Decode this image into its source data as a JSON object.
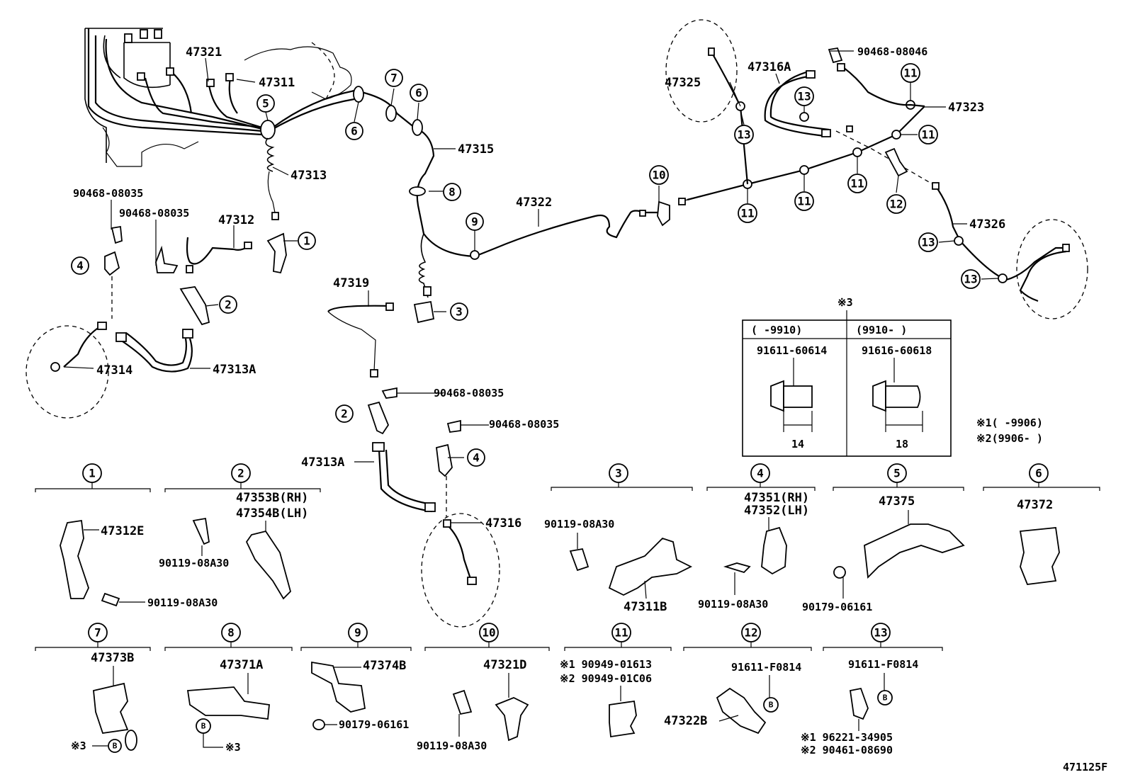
{
  "diagram_code": "471125F",
  "callouts": {
    "c47321": "47321",
    "c47311": "47311",
    "c47313": "47313",
    "c47315": "47315",
    "c47322": "47322",
    "c47312": "47312",
    "c47319": "47319",
    "c47314": "47314",
    "c47313A_top": "47313A",
    "c47313A_mid": "47313A",
    "c47316": "47316",
    "c47325": "47325",
    "c47316A": "47316A",
    "c47323": "47323",
    "c47326": "47326",
    "c90468_a": "90468-08035",
    "c90468_b": "90468-08035",
    "c90468_c": "90468-08035",
    "c90468_d": "90468-08035",
    "c90468_e": "90468-08046"
  },
  "circled": {
    "n1": "1",
    "n2": "2",
    "n3": "3",
    "n4": "4",
    "n5": "5",
    "n6": "6",
    "n7": "7",
    "n8": "8",
    "n9": "9",
    "n10": "10",
    "n11": "11",
    "n12": "12",
    "n13": "13"
  },
  "table": {
    "mark": "※3",
    "col1_range": "(   -9910)",
    "col2_range": "(9910-    )",
    "col1_part": "91611-60614",
    "col2_part": "91616-60618",
    "col1_dim": "14",
    "col2_dim": "18"
  },
  "notes": {
    "note1": "※1(     -9906)",
    "note2": "※2(9906-     )"
  },
  "details": {
    "d1": {
      "num": "1",
      "p1": "47312E",
      "p2": "90119-08A30"
    },
    "d2": {
      "num": "2",
      "p1": "47353B(RH)",
      "p2": "47354B(LH)",
      "p3": "90119-08A30"
    },
    "d3": {
      "num": "3",
      "p1": "90119-08A30",
      "p2": "47311B"
    },
    "d4": {
      "num": "4",
      "p1": "47351(RH)",
      "p2": "47352(LH)",
      "p3": "90119-08A30"
    },
    "d5": {
      "num": "5",
      "p1": "47375",
      "p2": "90179-06161"
    },
    "d6": {
      "num": "6",
      "p1": "47372"
    },
    "d7": {
      "num": "7",
      "p1": "47373B",
      "p2": "※3",
      "b": "B"
    },
    "d8": {
      "num": "8",
      "p1": "47371A",
      "p2": "※3",
      "b": "B"
    },
    "d9": {
      "num": "9",
      "p1": "47374B",
      "p2": "90179-06161"
    },
    "d10": {
      "num": "10",
      "p1": "47321D",
      "p2": "90119-08A30"
    },
    "d11": {
      "num": "11",
      "p1": "※1 90949-01613",
      "p2": "※2 90949-01C06"
    },
    "d12": {
      "num": "12",
      "p1": "91611-F0814",
      "p2": "47322B",
      "b": "B"
    },
    "d13": {
      "num": "13",
      "p1": "91611-F0814",
      "p2": "※1 96221-34905",
      "p3": "※2 90461-08690",
      "b": "B"
    }
  }
}
